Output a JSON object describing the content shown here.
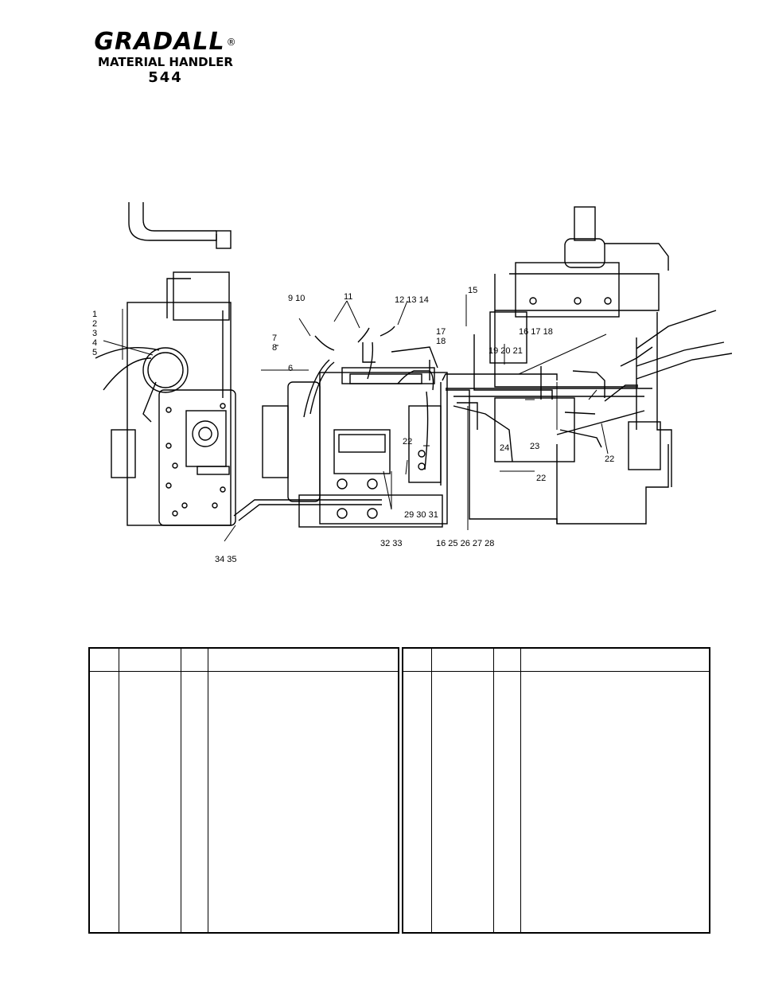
{
  "header": {
    "brand": "GRADALL",
    "registered": "®",
    "subtitle": "MATERIAL HANDLER",
    "model": "544"
  },
  "callouts": {
    "c1": "1",
    "c2": "2",
    "c3": "3",
    "c4": "4",
    "c5": "5",
    "c6": "6",
    "c7": "7",
    "c8": "8",
    "c9_10": "9  10",
    "c11": "11",
    "c12_13_14": "12  13  14",
    "c15": "15",
    "c17": "17",
    "c18": "18",
    "c16_17_18": "16  17  18",
    "c19_20_21": "19  20  21",
    "c22a": "22",
    "c22b": "22",
    "c22c": "22",
    "c23": "23",
    "c24": "24",
    "c29_30_31": "29  30  31",
    "c32_33": "32  33",
    "c16_25_26_27_28": "16  25  26  27  28",
    "c34_35": "34  35"
  },
  "table": {
    "left_headers": [
      "",
      "",
      "",
      ""
    ],
    "right_headers": [
      "",
      "",
      "",
      ""
    ]
  }
}
